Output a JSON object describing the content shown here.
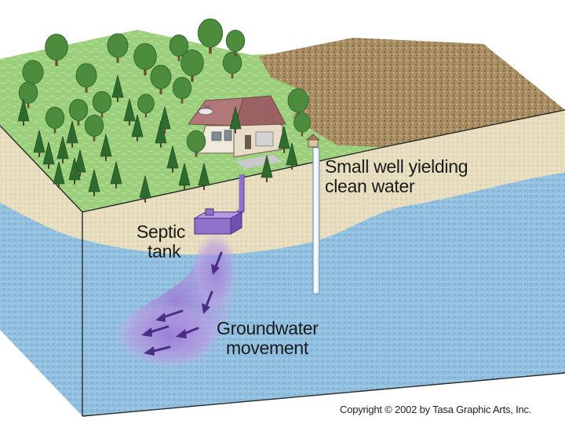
{
  "labels": {
    "well": [
      "Small well yielding",
      "clean water"
    ],
    "septic": [
      "Septic",
      "tank"
    ],
    "groundwater": [
      "Groundwater",
      "movement"
    ]
  },
  "copyright": "Copyright © 2002 by Tasa Graphic Arts, Inc.",
  "colors": {
    "grass": "#9ccf7c",
    "farmland": "#a98f63",
    "soil": "#e7ddbf",
    "groundwater": "#8fbedf",
    "plume": "#a88ad8",
    "pipe": "#8f72c9",
    "house_roof": "#b07878",
    "house_wall": "#f0eadc",
    "tree": "#4d8c3d",
    "tree_dark": "#2f6b2f"
  }
}
